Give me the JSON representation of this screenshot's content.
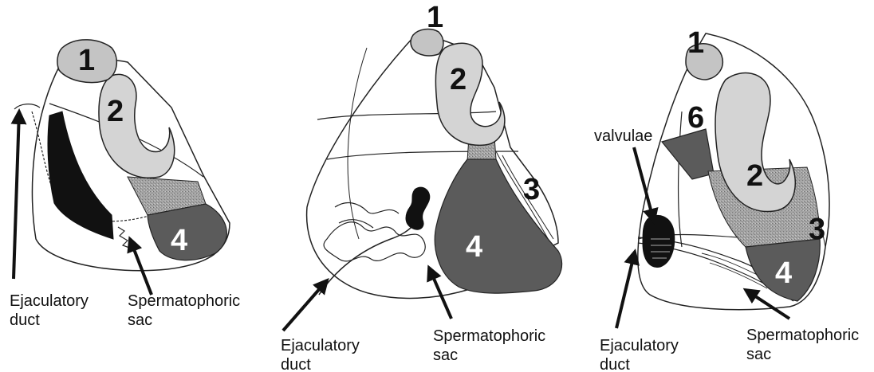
{
  "panels": [
    {
      "numbers": {
        "n1": "1",
        "n2": "2",
        "n4": "4"
      },
      "labels": {
        "ejac_line1": "Ejaculatory",
        "ejac_line2": "duct",
        "sperm_line1": "Spermatophoric",
        "sperm_line2": "sac"
      }
    },
    {
      "numbers": {
        "n1": "1",
        "n2": "2",
        "n3": "3",
        "n4": "4"
      },
      "labels": {
        "ejac_line1": "Ejaculatory",
        "ejac_line2": "duct",
        "sperm_line1": "Spermatophoric",
        "sperm_line2": "sac"
      }
    },
    {
      "numbers": {
        "n1": "1",
        "n2": "2",
        "n3": "3",
        "n4": "4",
        "n6": "6"
      },
      "labels": {
        "valvulae": "valvulae",
        "ejac_line1": "Ejaculatory",
        "ejac_line2": "duct",
        "sperm_line1": "Spermatophoric",
        "sperm_line2": "sac"
      }
    }
  ],
  "colors": {
    "light_gray": "#c4c4c4",
    "lighter_gray": "#d4d4d4",
    "dark_gray": "#5b5b5b",
    "stipple_gray": "#9a9a9a",
    "black": "#111111",
    "outline": "#222222"
  }
}
